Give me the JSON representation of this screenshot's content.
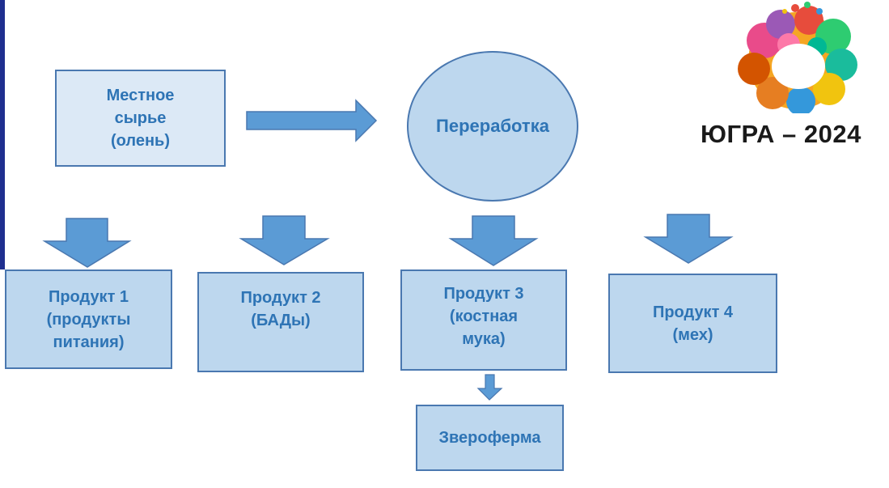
{
  "source": {
    "lines": [
      "Местное",
      "сырье",
      "(олень)"
    ]
  },
  "process": {
    "label": "Переработка"
  },
  "products": [
    {
      "lines": [
        "Продукт 1",
        "(продукты",
        "питания)"
      ]
    },
    {
      "lines": [
        "Продукт 2",
        "(БАДы)"
      ]
    },
    {
      "lines": [
        "Продукт 3",
        "(костная",
        "мука)"
      ]
    },
    {
      "lines": [
        "Продукт 4",
        "(мех)"
      ]
    }
  ],
  "farm": {
    "label": "Звероферма"
  },
  "logo": {
    "text": "ЮГРА – 2024"
  },
  "colors": {
    "box_fill": "#bdd7ee",
    "box_border": "#4a78b0",
    "text": "#2e74b5",
    "arrow": "#5b9bd5"
  }
}
